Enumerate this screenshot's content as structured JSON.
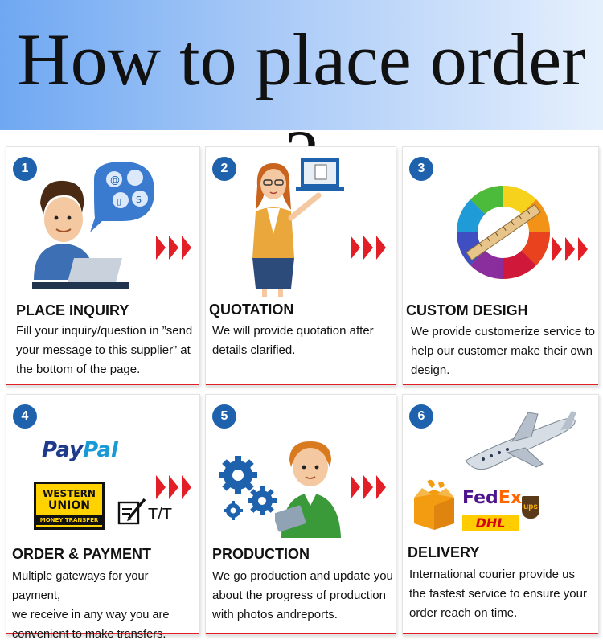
{
  "page": {
    "title": "How to place order ?"
  },
  "steps": [
    {
      "number": "1",
      "title": "PLACE INQUIRY",
      "lines": [
        "Fill your inquiry/question in ”send",
        "your message to this supplier” at",
        "the bottom of the page."
      ]
    },
    {
      "number": "2",
      "title": "QUOTATION",
      "lines": [
        "We will provide quotation after",
        "details clarified."
      ]
    },
    {
      "number": "3",
      "title": "CUSTOM DESIGH",
      "lines": [
        "We provide customerize service to",
        "help our customer make their own",
        "design."
      ]
    },
    {
      "number": "4",
      "title": "ORDER & PAYMENT",
      "lines": [
        "Multiple gateways for your payment,",
        "we receive in any way you are",
        "convenient to make transfers."
      ]
    },
    {
      "number": "5",
      "title": "PRODUCTION",
      "lines": [
        "We go production and update you",
        "about the progress of production",
        "with photos andreports."
      ]
    },
    {
      "number": "6",
      "title": "DELIVERY",
      "lines": [
        "International courier provide us",
        "the fastest service to ensure your",
        "order reach on time."
      ]
    }
  ],
  "logos": {
    "paypal_a": "Pay",
    "paypal_b": "Pal",
    "western_union_1": "WESTERN",
    "western_union_2": "UNION",
    "western_union_3": "MONEY TRANSFER",
    "tt": "T/T",
    "fedex_a": "Fed",
    "fedex_b": "Ex",
    "dhl": "DHL",
    "ups": "ups"
  },
  "colors": {
    "badge": "#1e62ad",
    "arrow": "#e21f26",
    "paypal_dark": "#1d3b8a",
    "paypal_light": "#199ad6",
    "fedex_purple": "#4d148c",
    "fedex_orange": "#ff6600",
    "dhl_yellow": "#ffcc00",
    "dhl_red": "#d40511",
    "ups_brown": "#5b3a1a",
    "wu_yellow": "#ffd200"
  }
}
